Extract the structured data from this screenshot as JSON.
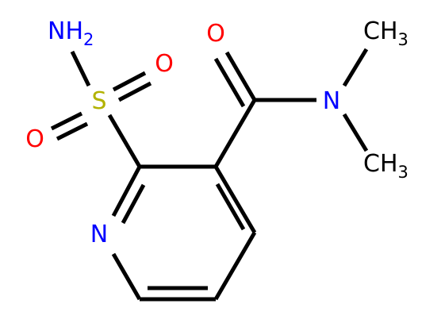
{
  "atoms": {
    "nh2": {
      "main": "NH",
      "sub": "2",
      "color": "#0000FF"
    },
    "s": {
      "text": "S",
      "color": "#B2B200"
    },
    "o_sulfonyl_right": {
      "text": "O",
      "color": "#FF0000"
    },
    "o_sulfonyl_left": {
      "text": "O",
      "color": "#FF0000"
    },
    "o_carbonyl": {
      "text": "O",
      "color": "#FF0000"
    },
    "n_amide": {
      "text": "N",
      "color": "#0000FF"
    },
    "ch3_top": {
      "main": "CH",
      "sub": "3",
      "color": "#000000"
    },
    "ch3_bottom": {
      "main": "CH",
      "sub": "3",
      "color": "#000000"
    },
    "n_ring": {
      "text": "N",
      "color": "#0000FF"
    }
  }
}
